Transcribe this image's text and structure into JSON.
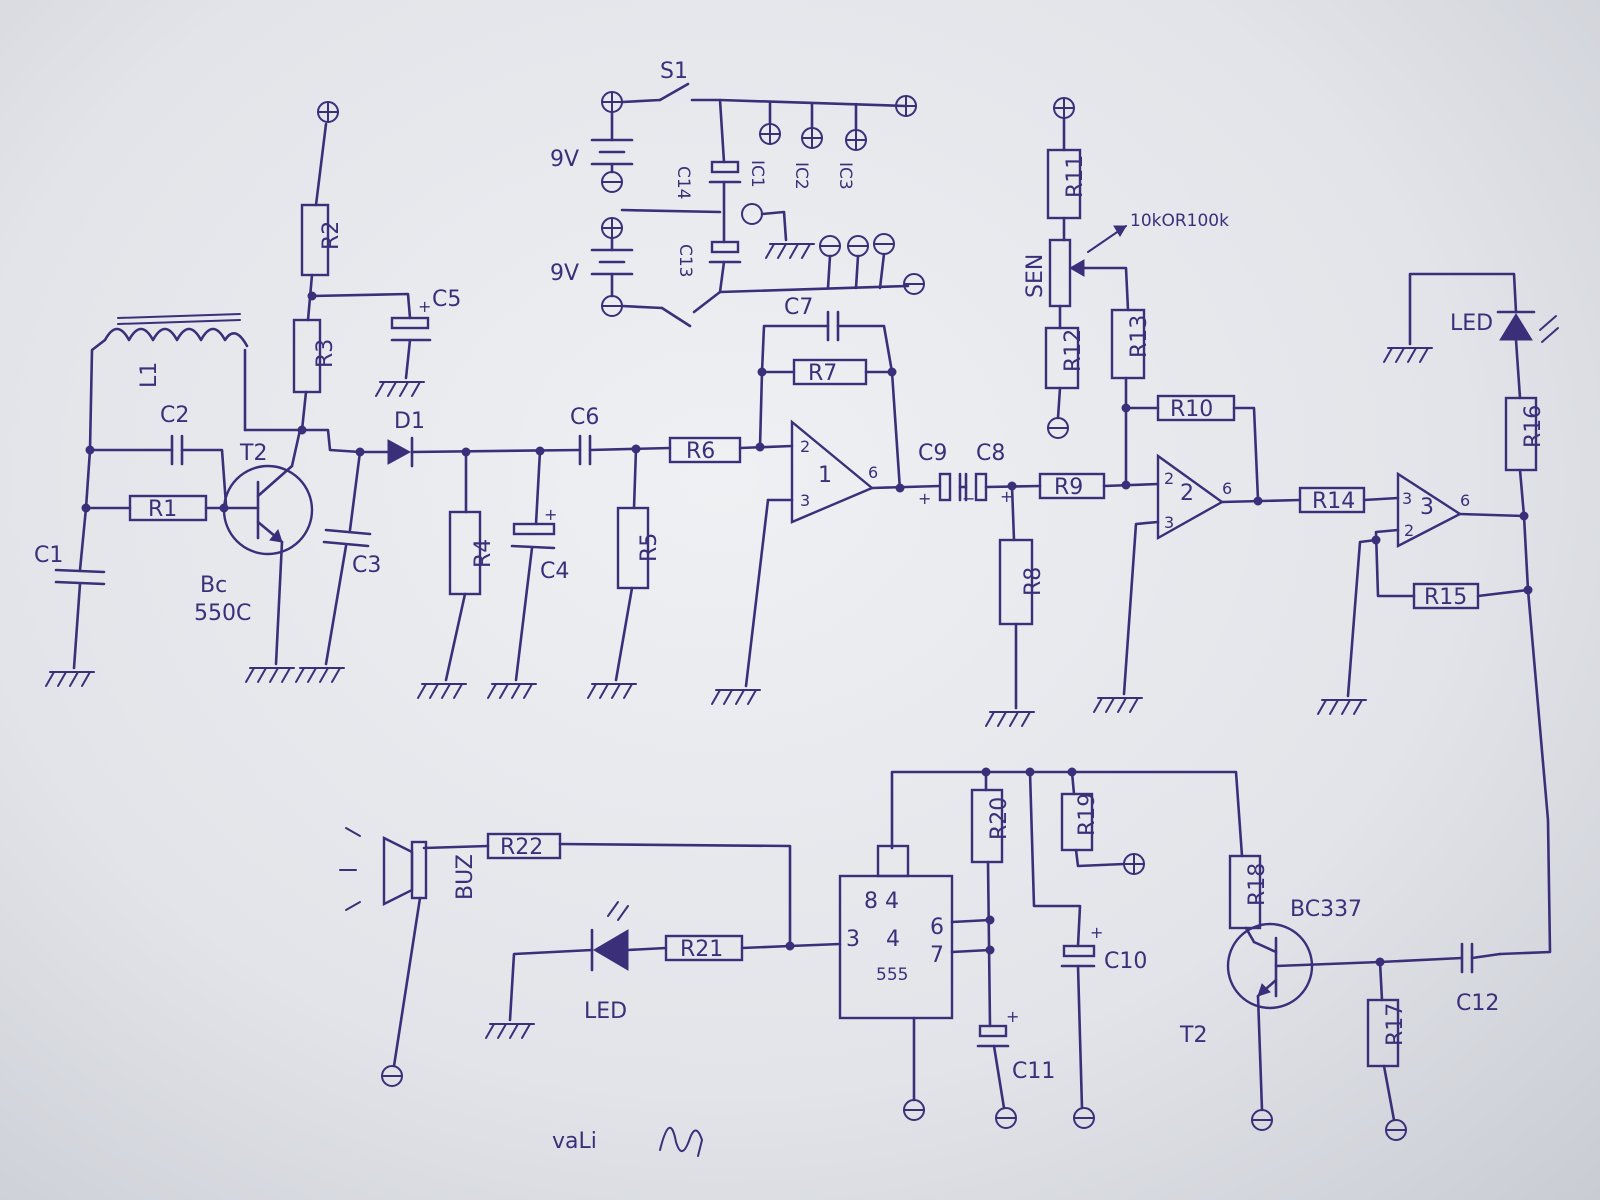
{
  "colors": {
    "ink": "#3b2f7a",
    "paper": "#e8eaee"
  },
  "labels": {
    "L1": "L1",
    "C1": "C1",
    "C2": "C2",
    "R1": "R1",
    "T2a": "T2",
    "T2a_part_line1": "Bc",
    "T2a_part_line2": "550C",
    "R2": "R2",
    "R3": "R3",
    "C5": "C5",
    "C3": "C3",
    "D1": "D1",
    "R4": "R4",
    "C4": "C4",
    "C6": "C6",
    "R5": "R5",
    "R6": "R6",
    "C7": "C7",
    "R7": "R7",
    "C9": "C9",
    "C8": "C8",
    "R8": "R8",
    "R9": "R9",
    "R10": "R10",
    "R11": "R11",
    "R12": "R12",
    "R13": "R13",
    "SEN": "SEN",
    "pot_note": "10kOR100k",
    "R14": "R14",
    "R15": "R15",
    "R16": "R16",
    "LED1": "LED",
    "S1": "S1",
    "bat1": "9V",
    "bat2": "9V",
    "C14": "C14",
    "C13": "C13",
    "IC1": "IC1",
    "IC2": "IC2",
    "IC3": "IC3",
    "BUZ": "BUZ",
    "R22": "R22",
    "R21": "R21",
    "LED2": "LED",
    "ic555": "555",
    "R20": "R20",
    "R19": "R19",
    "C10": "C10",
    "C11": "C11",
    "R18": "R18",
    "T2b": "T2",
    "T2b_part": "BC337",
    "R17": "R17",
    "C12": "C12",
    "signature": "vaLi"
  },
  "opamp_pins": {
    "op1": {
      "inv": "2",
      "noninv": "3",
      "out": "6",
      "id": "1"
    },
    "op2": {
      "inv": "2",
      "noninv": "3",
      "out": "6",
      "id": "2"
    },
    "op3": {
      "inv": "2",
      "noninv": "3",
      "out": "6",
      "id": "3"
    }
  },
  "timer_pins": {
    "top": "8 4",
    "left": "3",
    "right_top": "6",
    "right_bot": "7",
    "id": "4"
  },
  "polarity": {
    "plus": "+",
    "minus": "−"
  }
}
